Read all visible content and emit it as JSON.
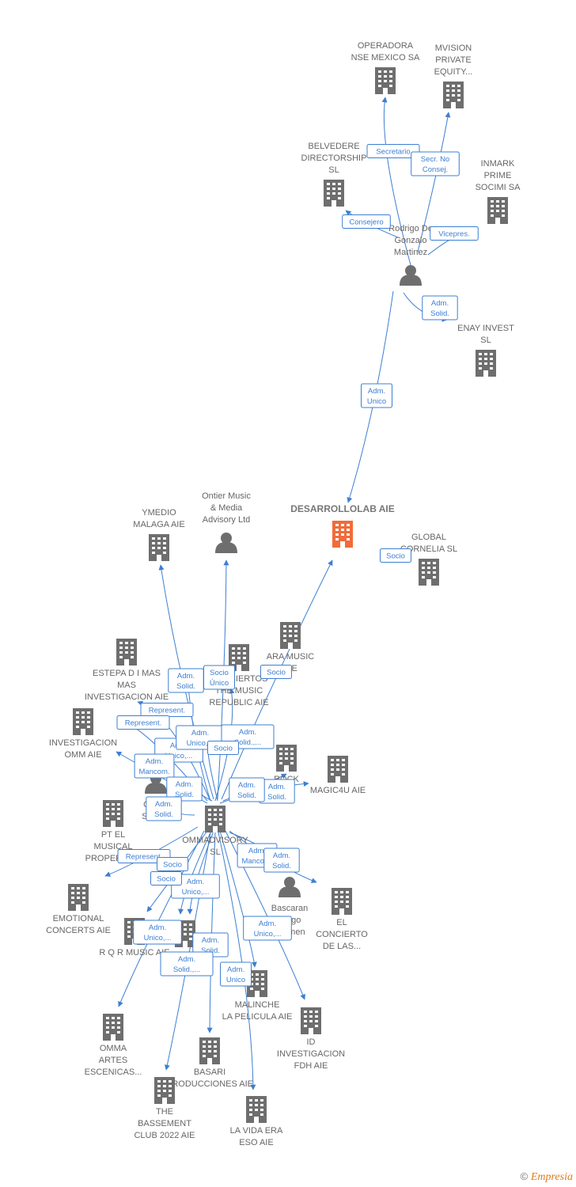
{
  "colors": {
    "edge": "#3d7fd2",
    "node": "#6e6e6e",
    "highlight": "#f26b3a",
    "label": "#666666"
  },
  "nodes": [
    {
      "id": "desarrollolab",
      "lines": [
        "DESARROLLOLAB AIE"
      ],
      "icon": "building-icon",
      "main": true
    },
    {
      "id": "operadora",
      "lines": [
        "OPERADORA",
        "NSE MEXICO SA"
      ],
      "icon": "building-icon"
    },
    {
      "id": "mvision",
      "lines": [
        "MVISION",
        "PRIVATE",
        "EQUITY..."
      ],
      "icon": "building-icon"
    },
    {
      "id": "belvedere",
      "lines": [
        "BELVEDERE",
        "DIRECTORSHIP",
        "SL"
      ],
      "icon": "building-icon"
    },
    {
      "id": "inmark",
      "lines": [
        "INMARK",
        "PRIME",
        "SOCIMI SA"
      ],
      "icon": "building-icon"
    },
    {
      "id": "rodrigo",
      "lines": [
        "Rodrigo De",
        "Gonzalo",
        "Martinez"
      ],
      "icon": "person-icon"
    },
    {
      "id": "enay",
      "lines": [
        "ENAY INVEST",
        "SL"
      ],
      "icon": "building-icon"
    },
    {
      "id": "global",
      "lines": [
        "GLOBAL",
        "CORNELIA  SL"
      ],
      "icon": "building-icon"
    },
    {
      "id": "ymedio",
      "lines": [
        "YMEDIO",
        "MALAGA AIE"
      ],
      "icon": "building-icon"
    },
    {
      "id": "ontier",
      "lines": [
        "Ontier Music",
        "& Media",
        "Advisory Ltd"
      ],
      "icon": "person-icon"
    },
    {
      "id": "estepa",
      "lines": [
        "ESTEPA D I MAS",
        "MAS",
        "INVESTIGACION AIE"
      ],
      "icon": "building-icon"
    },
    {
      "id": "investigacion_omm",
      "lines": [
        "INVESTIGACION",
        "OMM AIE"
      ],
      "icon": "building-icon"
    },
    {
      "id": "conciertos",
      "lines": [
        "CONCIERTOS",
        "THE MUSIC",
        "REPUBLIC AIE"
      ],
      "icon": "building-icon"
    },
    {
      "id": "aramusic",
      "lines": [
        "ARA MUSIC",
        "AIE"
      ],
      "icon": "building-icon"
    },
    {
      "id": "rock",
      "lines": [
        "ROCK",
        "AIE"
      ],
      "icon": "building-icon"
    },
    {
      "id": "magic4u",
      "lines": [
        "MAGIC4U AIE"
      ],
      "icon": "building-icon"
    },
    {
      "id": "carlos",
      "lines": [
        "Carlos",
        "Sanura"
      ],
      "icon": "person-icon"
    },
    {
      "id": "ommadvisory",
      "lines": [
        "OMMADVISORY",
        "SL"
      ],
      "icon": "building-icon"
    },
    {
      "id": "ptel",
      "lines": [
        "PT EL",
        "MUSICAL",
        "PROPERTIES"
      ],
      "icon": "building-icon"
    },
    {
      "id": "bascaran",
      "lines": [
        "Bascaran",
        "Diego",
        "Carmen"
      ],
      "icon": "person-icon"
    },
    {
      "id": "emotional",
      "lines": [
        "EMOTIONAL",
        "CONCERTS AIE"
      ],
      "icon": "building-icon"
    },
    {
      "id": "elconcierto",
      "lines": [
        "EL",
        "CONCIERTO",
        "DE LAS..."
      ],
      "icon": "building-icon"
    },
    {
      "id": "rqr",
      "lines": [
        "R Q R MUSIC AIE"
      ],
      "icon": "building-icon"
    },
    {
      "id": "fmas",
      "lines": [
        "F I MAS",
        "MAS..."
      ],
      "icon": "building-icon"
    },
    {
      "id": "malinche",
      "lines": [
        "MALINCHE",
        "LA PELICULA AIE"
      ],
      "icon": "building-icon"
    },
    {
      "id": "id_invest",
      "lines": [
        "ID",
        "INVESTIGACION",
        "FDH  AIE"
      ],
      "icon": "building-icon"
    },
    {
      "id": "omma",
      "lines": [
        "OMMA",
        "ARTES",
        "ESCENICAS..."
      ],
      "icon": "building-icon"
    },
    {
      "id": "basari",
      "lines": [
        "BASARI",
        "PRODUCCIONES AIE"
      ],
      "icon": "building-icon"
    },
    {
      "id": "bassement",
      "lines": [
        "THE",
        "BASSEMENT",
        "CLUB 2022 AIE"
      ],
      "icon": "building-icon"
    },
    {
      "id": "lavida",
      "lines": [
        "LA VIDA ERA",
        "ESO AIE"
      ],
      "icon": "building-icon"
    }
  ],
  "relations": [
    {
      "id": "r1",
      "lines": [
        "Secretario"
      ]
    },
    {
      "id": "r2",
      "lines": [
        "Secr.  No",
        "Consej."
      ]
    },
    {
      "id": "r3",
      "lines": [
        "Consejero"
      ]
    },
    {
      "id": "r4",
      "lines": [
        "Vicepres."
      ]
    },
    {
      "id": "r5",
      "lines": [
        "Adm.",
        "Solid."
      ]
    },
    {
      "id": "r6",
      "lines": [
        "Adm.",
        "Unico"
      ]
    },
    {
      "id": "r7",
      "lines": [
        "Socio"
      ]
    },
    {
      "id": "r8",
      "lines": [
        "Adm.",
        "Solid."
      ]
    },
    {
      "id": "r9",
      "lines": [
        "Socio",
        "Único"
      ]
    },
    {
      "id": "r10",
      "lines": [
        "Socio"
      ]
    },
    {
      "id": "r11",
      "lines": [
        "Represent."
      ]
    },
    {
      "id": "r12",
      "lines": [
        "Represent."
      ]
    },
    {
      "id": "r13",
      "lines": [
        "Adm.",
        "Unico,..."
      ]
    },
    {
      "id": "r14",
      "lines": [
        "Adm.",
        "Unico,..."
      ]
    },
    {
      "id": "r15",
      "lines": [
        "Adm.",
        "Solid.,..."
      ]
    },
    {
      "id": "r16",
      "lines": [
        "Socio"
      ]
    },
    {
      "id": "r17",
      "lines": [
        "Adm.",
        "Mancom."
      ]
    },
    {
      "id": "r18",
      "lines": [
        "Adm.",
        "Solid."
      ]
    },
    {
      "id": "r19",
      "lines": [
        "Adm.",
        "Solid."
      ]
    },
    {
      "id": "r20",
      "lines": [
        "Adm.",
        "Solid."
      ]
    },
    {
      "id": "r21",
      "lines": [
        "Adm.",
        "Solid."
      ]
    },
    {
      "id": "r22",
      "lines": [
        "Adm.",
        "Mancom."
      ]
    },
    {
      "id": "r23",
      "lines": [
        "Adm.",
        "Solid."
      ]
    },
    {
      "id": "r24",
      "lines": [
        "Represent."
      ]
    },
    {
      "id": "r25",
      "lines": [
        "Socio"
      ]
    },
    {
      "id": "r26",
      "lines": [
        "Adm.",
        "Unico,..."
      ]
    },
    {
      "id": "r27",
      "lines": [
        "Socio"
      ]
    },
    {
      "id": "r28",
      "lines": [
        "Adm.",
        "Unico,..."
      ]
    },
    {
      "id": "r29",
      "lines": [
        "Adm.",
        "Unico,..."
      ]
    },
    {
      "id": "r30",
      "lines": [
        "Adm.",
        "Solid."
      ]
    },
    {
      "id": "r31",
      "lines": [
        "Adm.",
        "Solid.,..."
      ]
    },
    {
      "id": "r32",
      "lines": [
        "Adm.",
        "Unico"
      ]
    }
  ],
  "footer": {
    "copyright": "©",
    "brand": "Empresia"
  }
}
